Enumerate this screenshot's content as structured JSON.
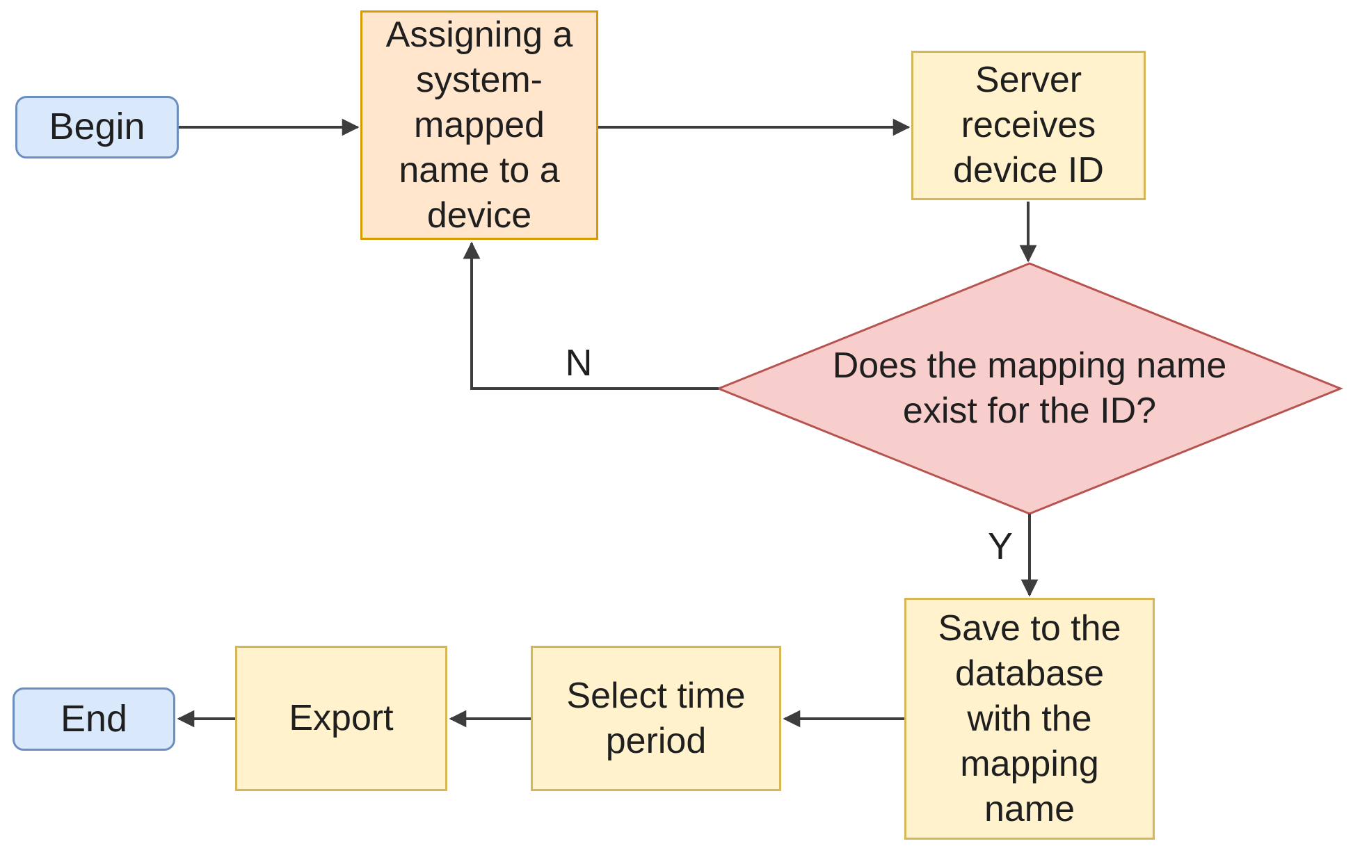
{
  "nodes": {
    "begin": {
      "label": "Begin"
    },
    "assign": {
      "label": "Assigning a system-mapped name to a device"
    },
    "server": {
      "label": "Server receives device ID"
    },
    "decision": {
      "label": "Does the mapping name exist for the ID?"
    },
    "save": {
      "label": "Save to the database with the mapping name"
    },
    "select": {
      "label": "Select time period"
    },
    "export": {
      "label": "Export"
    },
    "end": {
      "label": "End"
    }
  },
  "edge_labels": {
    "no": "N",
    "yes": "Y"
  },
  "edges": [
    {
      "from": "begin",
      "to": "assign",
      "label": ""
    },
    {
      "from": "assign",
      "to": "server",
      "label": ""
    },
    {
      "from": "server",
      "to": "decision",
      "label": ""
    },
    {
      "from": "decision",
      "to": "assign",
      "label": "N"
    },
    {
      "from": "decision",
      "to": "save",
      "label": "Y"
    },
    {
      "from": "save",
      "to": "select",
      "label": ""
    },
    {
      "from": "select",
      "to": "export",
      "label": ""
    },
    {
      "from": "export",
      "to": "end",
      "label": ""
    }
  ],
  "colors": {
    "terminal_fill": "#dae8fc",
    "terminal_border": "#6c8ebf",
    "highlight_fill": "#ffe6cc",
    "highlight_border": "#d79b00",
    "process_fill": "#fff2cc",
    "process_border": "#d6b656",
    "decision_fill": "#f8cecc",
    "decision_border": "#b85450",
    "arrow": "#3d3d3d",
    "text": "#1f1f1f"
  }
}
